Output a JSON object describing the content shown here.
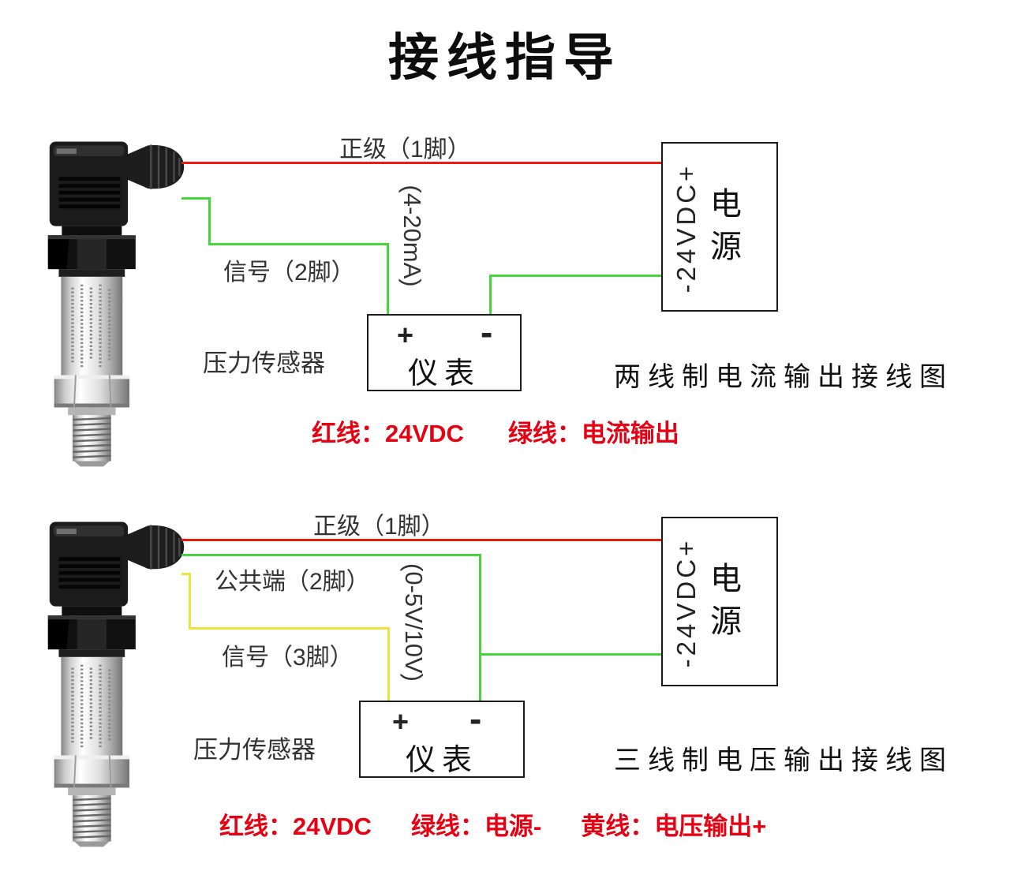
{
  "title": "接线指导",
  "colors": {
    "red_wire": "#ee1c10",
    "green_wire": "#46d53c",
    "yellow_wire": "#efe23a",
    "legend_text": "#e60012",
    "label_text": "#333333"
  },
  "power_box": {
    "polarity": "-24VDC+",
    "name": "电源"
  },
  "meter_box": {
    "plus": "+",
    "minus": "-",
    "label": "仪表"
  },
  "top": {
    "positive_label": "正级（1脚）",
    "signal_label": "信号（2脚）",
    "range_label": "(4-20mA)",
    "sensor_label": "压力传感器",
    "caption": "两线制电流输出接线图",
    "legend": [
      "红线：24VDC",
      "绿线：电流输出"
    ]
  },
  "bottom": {
    "positive_label": "正级（1脚）",
    "common_label": "公共端（2脚）",
    "signal_label": "信号（3脚）",
    "range_label": "(0-5V/10V)",
    "sensor_label": "压力传感器",
    "caption": "三线制电压输出接线图",
    "legend": [
      "红线：24VDC",
      "绿线：电源-",
      "黄线：电压输出+"
    ]
  }
}
